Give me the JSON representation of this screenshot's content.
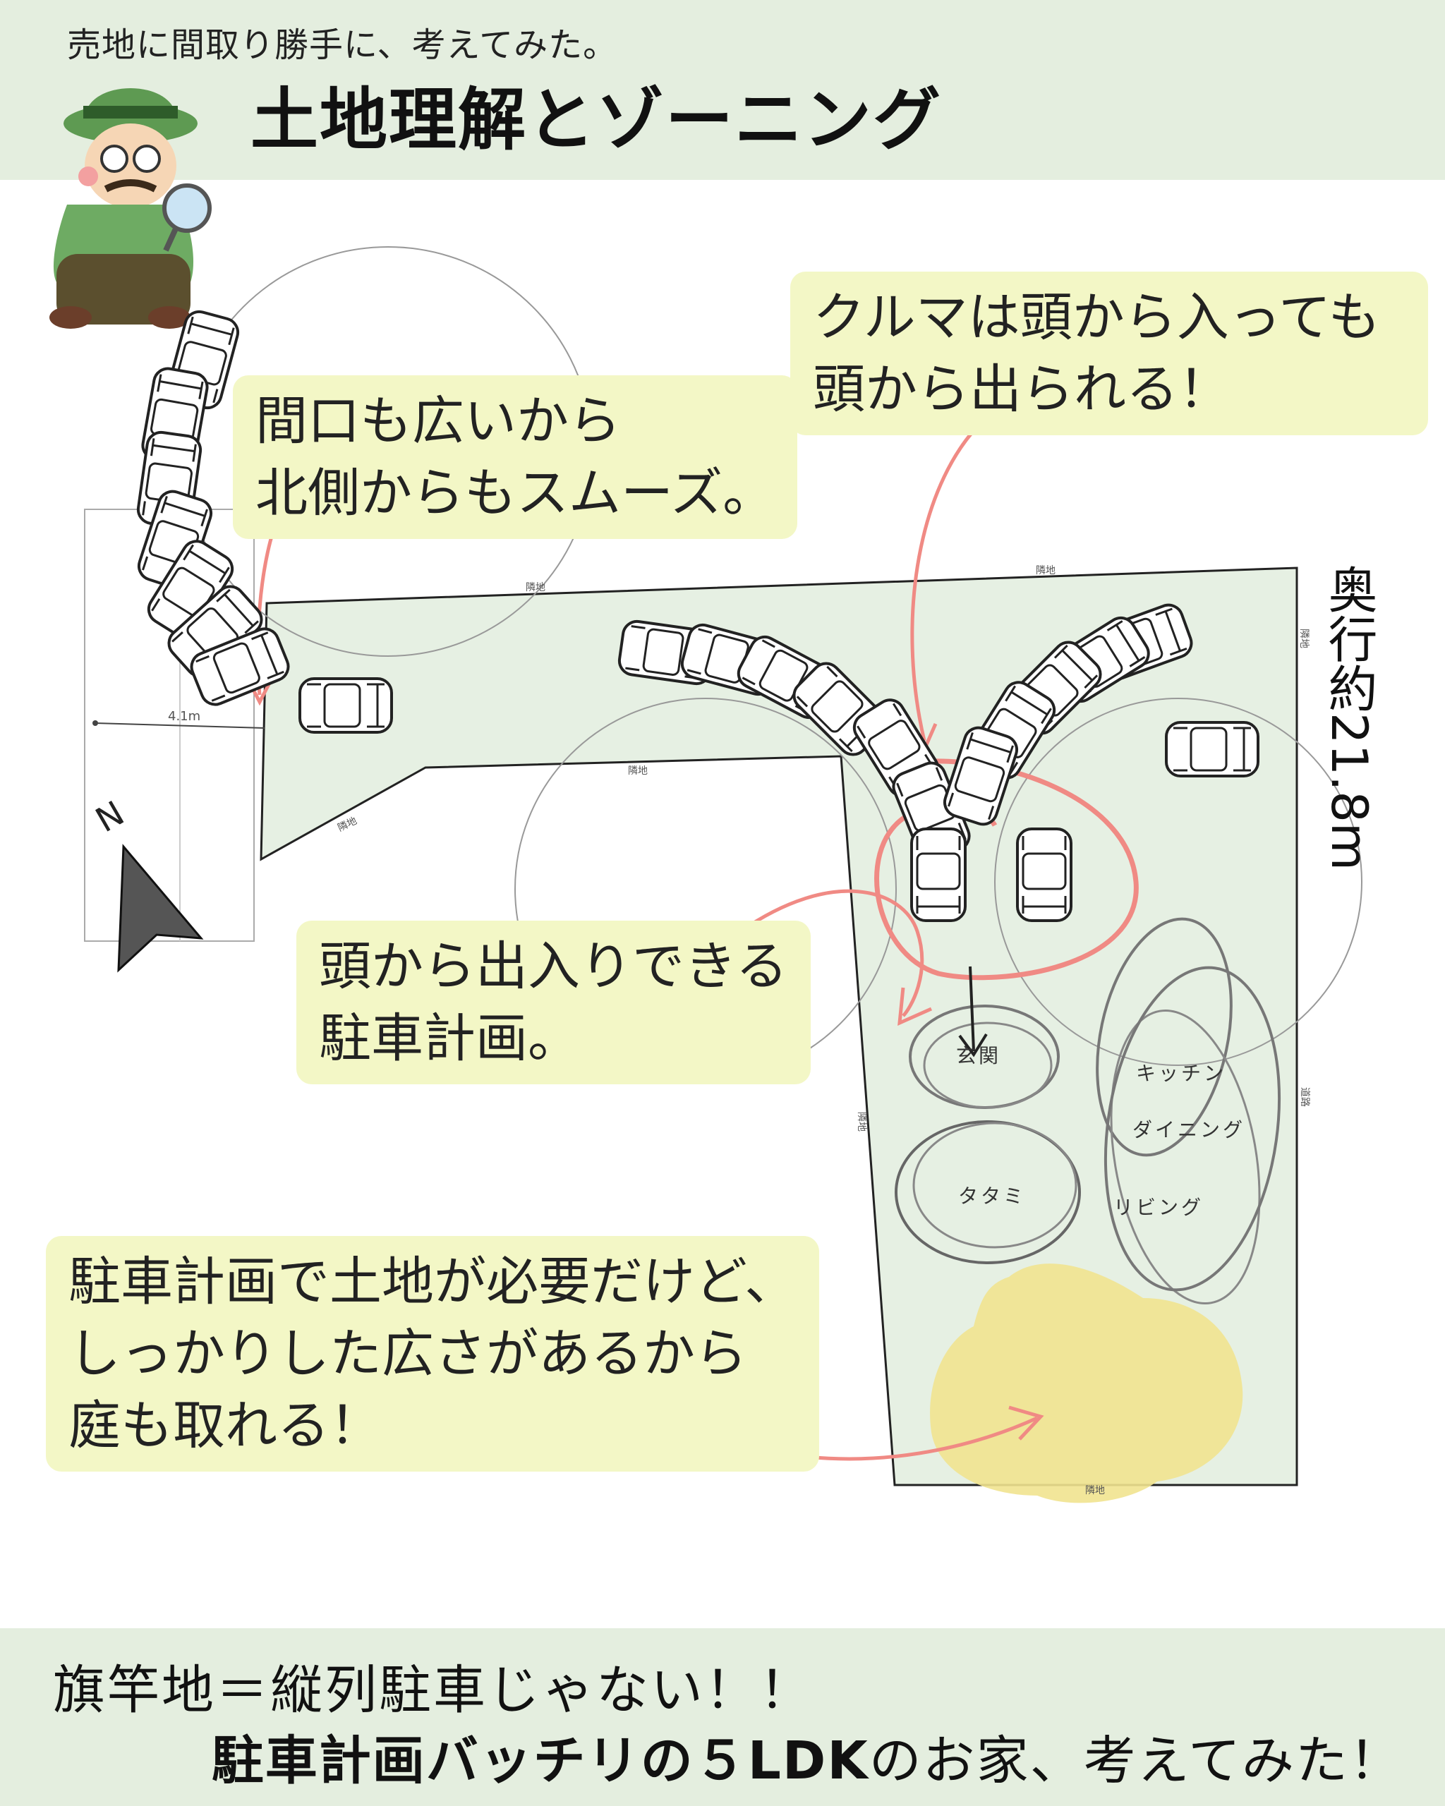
{
  "header": {
    "subtitle": "売地に間取り勝手に、考えてみた。",
    "title": "土地理解とゾーニング"
  },
  "callouts": {
    "frontage": [
      "間口も広いから",
      "北側からもスムーズ。"
    ],
    "car_turn": [
      "クルマは頭から入っても",
      "頭から出られる！"
    ],
    "head_in_out": [
      "頭から出入りできる",
      "駐車計画。"
    ],
    "garden": [
      "駐車計画で土地が必要だけど、",
      "しっかりした広さがあるから",
      "庭も取れる！"
    ]
  },
  "plan": {
    "depth_label": "奥行約21.8m",
    "frontage_width": "4.1m",
    "north_label": "N",
    "neighbor_label": "隣地",
    "road_label": "道路",
    "rooms": {
      "entrance": "玄関",
      "kitchen": "キッチン",
      "dining": "ダイニング",
      "tatami": "タタミ",
      "living": "リビング"
    }
  },
  "footer": {
    "line1": "旗竿地＝縦列駐車じゃない！！",
    "line2_bold": "駐車計画バッチリの５LDK",
    "line2_rest": "のお家、考えてみた！"
  },
  "colors": {
    "band": "#e4eedf",
    "lot_fill": "#e6f0e3",
    "callout_bg": "#f3f7c6",
    "arrow": "#f08a84",
    "garden": "#f1e38f"
  },
  "icons": [
    "detective-character-icon",
    "magnifier-icon",
    "car-icon",
    "north-arrow-icon"
  ]
}
